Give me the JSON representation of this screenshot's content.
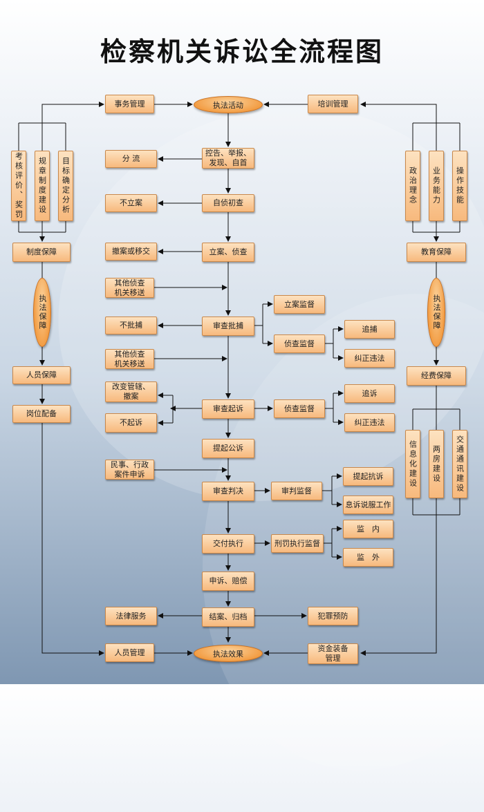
{
  "title": "检察机关诉讼全流程图",
  "nodes": {
    "shiwu_guanli": "事务管理",
    "zhifa_huodong": "执法活动",
    "peixun_guanli": "培训管理",
    "fenliu": "分 流",
    "konggao": "控告、举报、\n发现、自首",
    "bulian": "不立案",
    "zizhen_chucha": "自侦初查",
    "chean_yijiao": "撤案或移交",
    "lian_zhencha": "立案、侦查",
    "qita_1": "其他侦查\n机关移送",
    "bupibu": "不批捕",
    "shencha_pibu": "审查批捕",
    "lian_jiandu": "立案监督",
    "zhencha_jiandu_1": "侦查监督",
    "zhuibu": "追捕",
    "jiuzheng_1": "纠正违法",
    "qita_2": "其他侦查\n机关移送",
    "gaibian": "改变管辖、\n撤案",
    "buqisu": "不起诉",
    "shencha_qisu": "审查起诉",
    "zhencha_jiandu_2": "侦查监督",
    "zhuisu": "追诉",
    "jiuzheng_2": "纠正违法",
    "tiqi_gongsu": "提起公诉",
    "minshi": "民事、行政\n案件申诉",
    "shencha_panjue": "审查判决",
    "shenpan_jiandu": "审判监督",
    "tiqi_kangsu": "提起抗诉",
    "xisu": "息诉说服工作",
    "jiaofu_zhixing": "交付执行",
    "xingfa_jiandu": "刑罚执行监督",
    "jiannei": "监　内",
    "jianwai": "监　外",
    "shensu_peichang": "申诉、赔偿",
    "falv_fuwu": "法律服务",
    "jiean_guidang": "结案、归档",
    "fanzui_yufang": "犯罪预防",
    "renyuan_guanli": "人员管理",
    "zhifa_xiaoguo": "执法效果",
    "zijin": "资金装备\n管理"
  },
  "left_column": {
    "vertical_items": [
      "考核评价、奖罚",
      "规章制度建设",
      "目标确定分析"
    ],
    "zhidu_baozhang": "制度保障",
    "center_oval": "执法保障",
    "renyuan_baozhang": "人员保障",
    "gangwei_peibei": "岗位配备"
  },
  "right_column": {
    "vertical_items_top": [
      "政治理念",
      "业务能力",
      "操作技能"
    ],
    "jiaoyu_baozhang": "教育保障",
    "center_oval": "执法保障",
    "jingfei_baozhang": "经费保障",
    "vertical_items_bottom": [
      "信息化建设",
      "两房建设",
      "交通通讯建设"
    ]
  },
  "colors": {
    "box_fill": "#f7b97d",
    "box_border": "#c8874a",
    "oval_fill": "#f29a3f",
    "line": "#111111",
    "background": "#c9d6e4"
  }
}
